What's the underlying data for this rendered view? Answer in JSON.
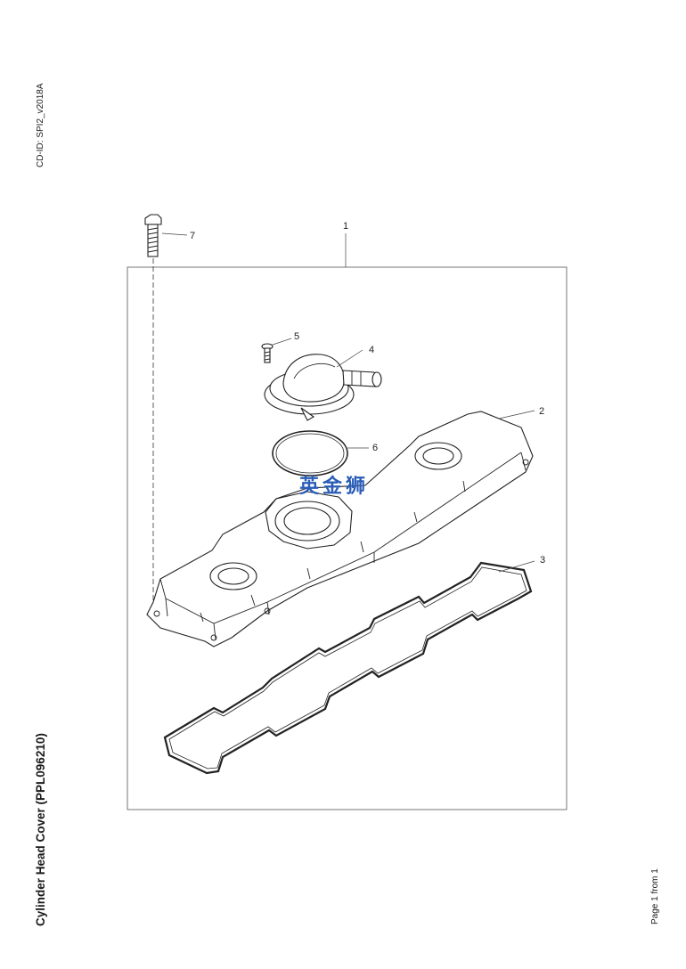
{
  "header": {
    "cd_id": "CD-ID: SPI2_v2018A"
  },
  "document": {
    "title": "Cylinder Head Cover (PPL096210)",
    "page_label": "Page 1 from 1"
  },
  "diagram": {
    "callouts": [
      "1",
      "2",
      "3",
      "4",
      "5",
      "6",
      "7"
    ],
    "watermark": "英金狮"
  }
}
